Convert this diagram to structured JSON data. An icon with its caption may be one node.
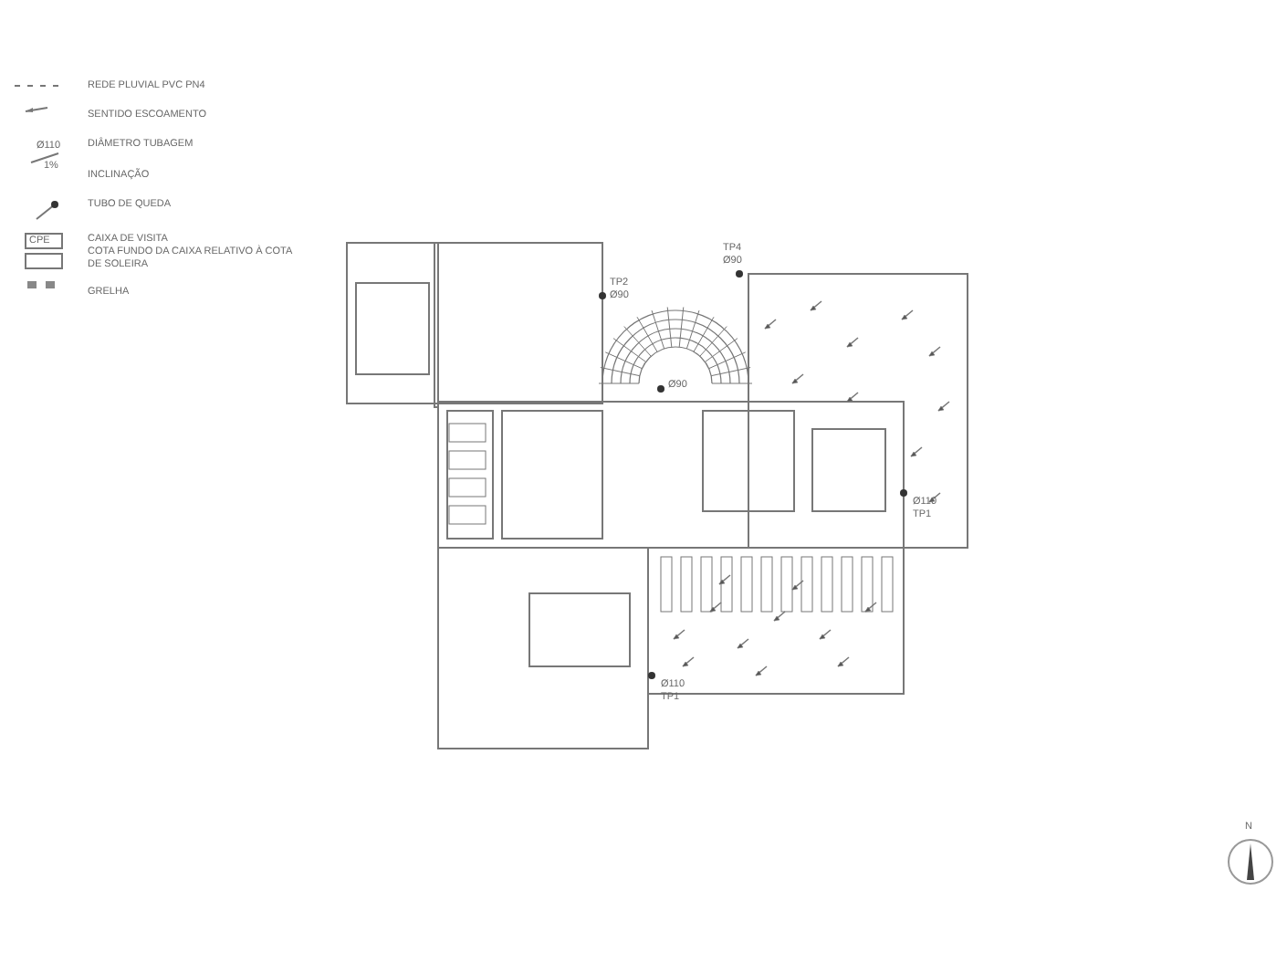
{
  "diagram": {
    "labels": [
      "Ø110",
      "1%",
      "CPE",
      "TP2",
      "Ø90",
      "TP4",
      "Ø90",
      "Ø90",
      "Ø110",
      "TP1",
      "Ø110",
      "TP1",
      "N"
    ],
    "legend": [
      {
        "text": "REDE PLUVIAL PVC PN4"
      },
      {
        "text": "SENTIDO ESCOAMENTO"
      },
      {
        "text": "DIÂMETRO TUBAGEM"
      },
      {
        "text": "INCLINAÇÃO"
      },
      {
        "text": "TUBO DE QUEDA"
      },
      {
        "text": "CAIXA DE VISITA"
      },
      {
        "text": "COTA FUNDO DA CAIXA RELATIVO À COTA DE SOLEIRA"
      },
      {
        "text": "GRELHA"
      }
    ]
  }
}
